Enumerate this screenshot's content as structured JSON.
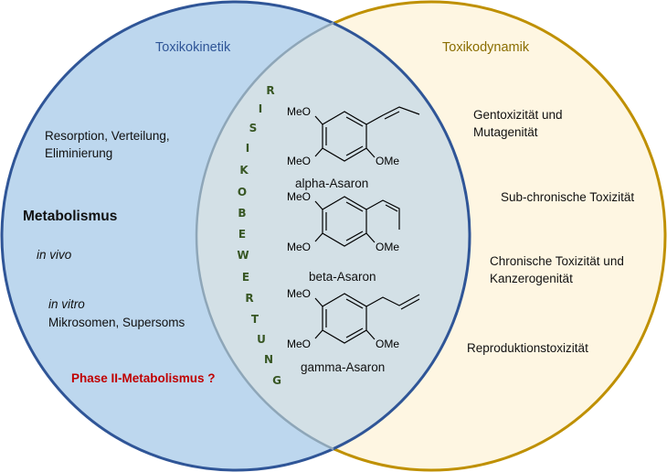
{
  "colors": {
    "left_circle_fill": "#bdd7ee",
    "left_circle_stroke": "#2f5597",
    "right_circle_fill": "#fef6e2",
    "right_circle_stroke": "#bf9000",
    "overlap_fill": "#d3e0e6",
    "left_title": "#2f5597",
    "right_title": "#8a6d00",
    "risk_text": "#375623",
    "alert_text": "#c00000"
  },
  "left": {
    "title": "Toxikokinetik",
    "resorption_line1": "Resorption, Verteilung,",
    "resorption_line2": "Eliminierung",
    "metabolism": "Metabolismus",
    "in_vivo": "in vivo",
    "in_vitro": "in vitro",
    "microsomes": "Mikrosomen, Supersoms",
    "phase2": "Phase II-Metabolismus ?"
  },
  "right": {
    "title": "Toxikodynamik",
    "gentox_line1": "Gentoxizität und",
    "gentox_line2": "Mutagenität",
    "subchronic": "Sub-chronische Toxizität",
    "chronic_line1": "Chronische Toxizität und",
    "chronic_line2": "Kanzerogenität",
    "reproduction": "Reproduktionstoxizität"
  },
  "center": {
    "risk_letters": [
      "R",
      "I",
      "S",
      "I",
      "K",
      "O",
      "B",
      "E",
      "W",
      "E",
      "R",
      "T",
      "U",
      "N",
      "G"
    ],
    "molecules": [
      {
        "name": "alpha-Asaron",
        "group1": "MeO",
        "group2": "MeO",
        "group3": "OMe"
      },
      {
        "name": "beta-Asaron",
        "group1": "MeO",
        "group2": "MeO",
        "group3": "OMe"
      },
      {
        "name": "gamma-Asaron",
        "group1": "MeO",
        "group2": "MeO",
        "group3": "OMe"
      }
    ]
  }
}
